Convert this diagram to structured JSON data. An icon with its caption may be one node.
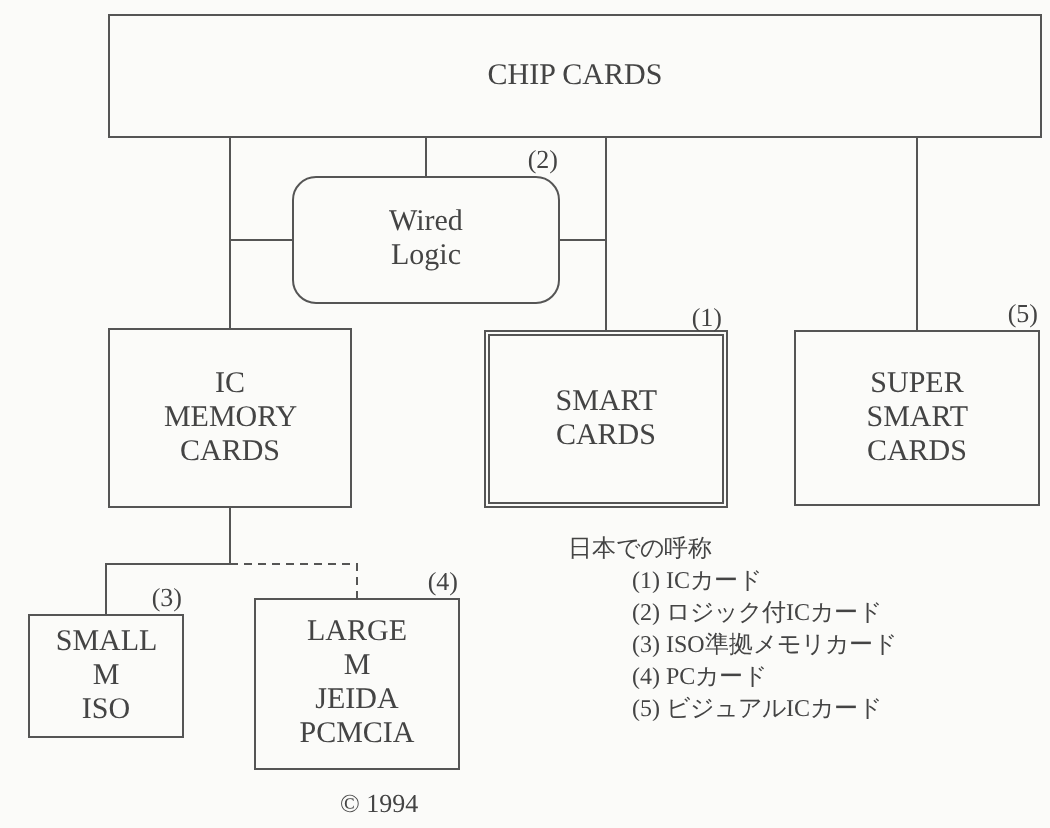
{
  "diagram": {
    "nodes": [
      {
        "text": [
          "CHIP CARDS"
        ]
      },
      {
        "text": [
          "Wired Logic"
        ],
        "beside": [
          "(2)"
        ]
      },
      {
        "text": [
          "IC MEMORY CARDS"
        ]
      },
      {
        "text": [
          "SMART CARDS"
        ],
        "beside": [
          "(1)"
        ]
      },
      {
        "text": [
          "SUPER SMART CARDS"
        ],
        "beside": [
          "(5)"
        ]
      },
      {
        "text": [
          "SMALL M ISO"
        ],
        "beside": [
          "(3)"
        ]
      },
      {
        "text": [
          "LARGE M JEIDA PCMCIA"
        ],
        "beside": [
          "(4)"
        ]
      }
    ],
    "edges": [
      {
        "from": 0,
        "to": 1,
        "arrow": "none"
      },
      {
        "from": 0,
        "to": 2,
        "arrow": "none"
      },
      {
        "from": 0,
        "to": 3,
        "arrow": "none"
      },
      {
        "from": 0,
        "to": 4,
        "arrow": "none"
      },
      {
        "from": 1,
        "to": 2,
        "arrow": "none"
      },
      {
        "from": 1,
        "to": 3,
        "arrow": "none"
      },
      {
        "from": 2,
        "to": 5,
        "arrow": "none"
      },
      {
        "from": 2,
        "to": 6,
        "arrow": "none",
        "style": "dashed"
      }
    ],
    "labels": [
      "日本での呼称",
      "(1) ICカード",
      "(2) ロジック付ICカード",
      "(3) ISO準拠メモリカード",
      "(4) PCカード",
      "(5) ビジュアルICカード",
      "© 1994"
    ]
  }
}
